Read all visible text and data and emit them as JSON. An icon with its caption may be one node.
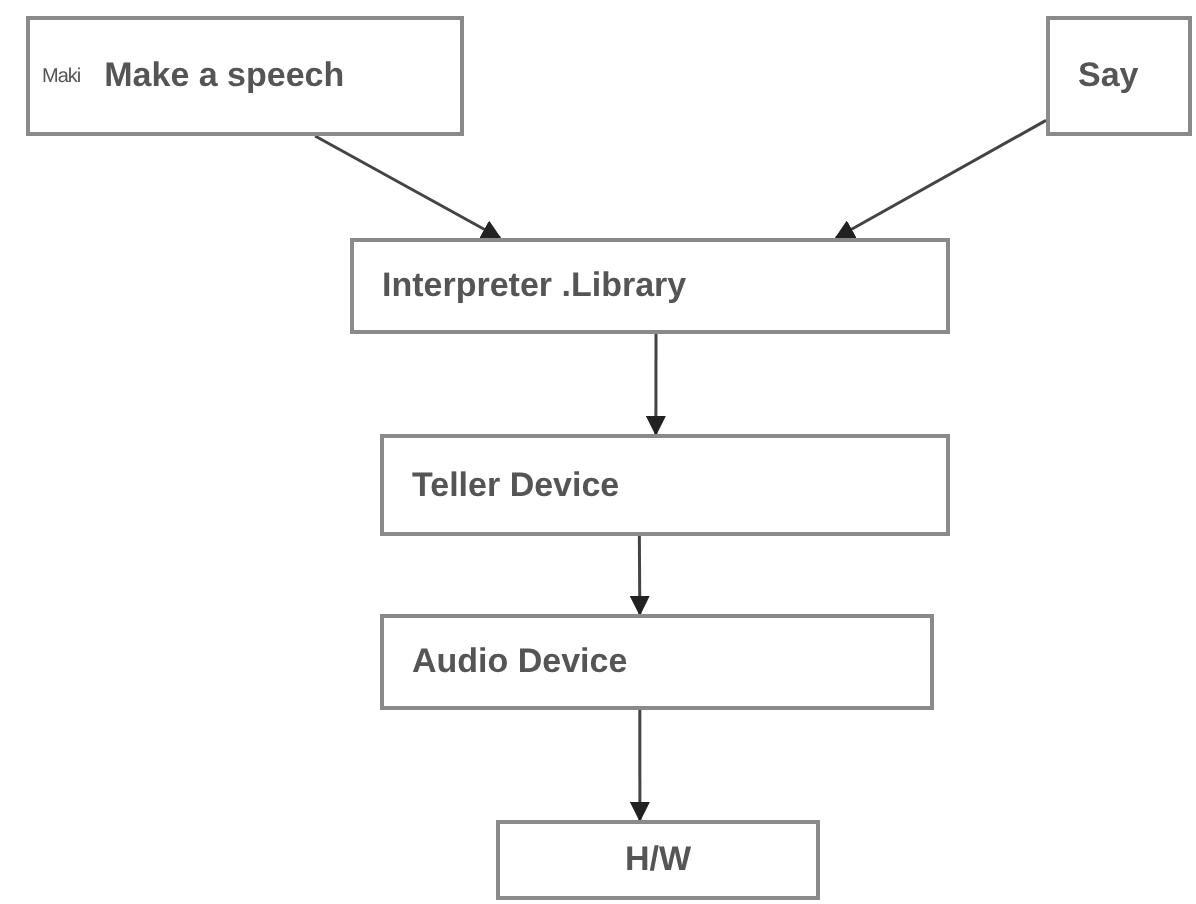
{
  "diagram": {
    "nodes": [
      {
        "text": [
          "Maki",
          "Make a speech"
        ]
      },
      {
        "text": [
          "Say"
        ]
      },
      {
        "text": [
          "Interpreter .Library"
        ]
      },
      {
        "text": [
          "Teller Device"
        ]
      },
      {
        "text": [
          "Audio Device"
        ]
      },
      {
        "text": [
          "H/W"
        ]
      }
    ],
    "edges": [
      {
        "from": 0,
        "to": 2,
        "arrow": "to"
      },
      {
        "from": 1,
        "to": 2,
        "arrow": "to"
      },
      {
        "from": 2,
        "to": 3,
        "arrow": "to"
      },
      {
        "from": 3,
        "to": 4,
        "arrow": "to"
      },
      {
        "from": 4,
        "to": 5,
        "arrow": "to"
      }
    ]
  }
}
